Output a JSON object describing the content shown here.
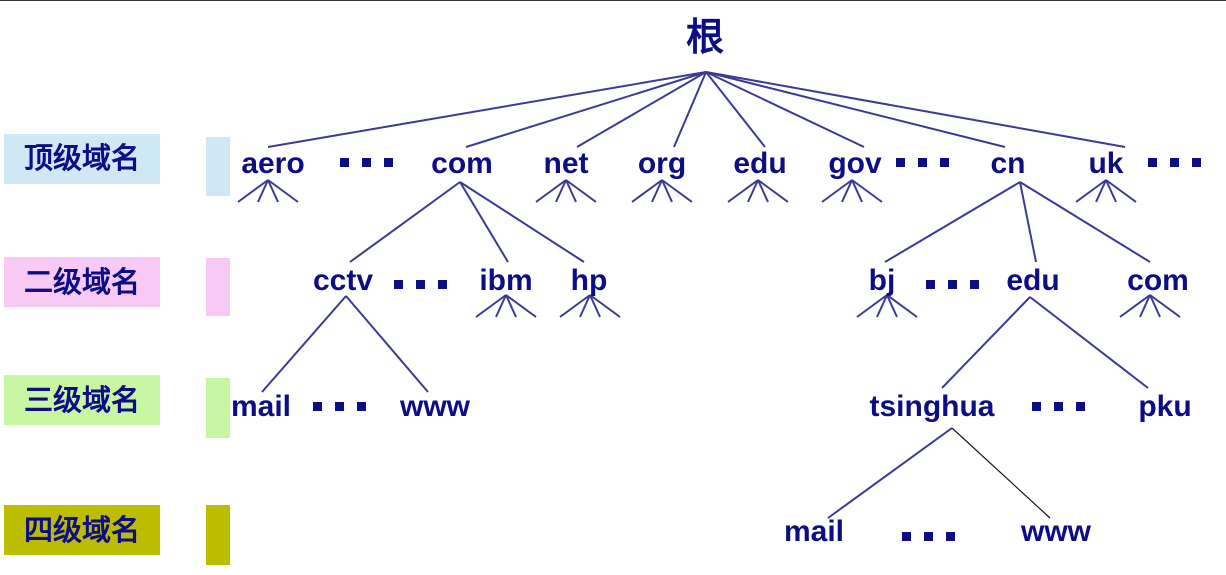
{
  "diagram": {
    "root": {
      "id": "root",
      "label": "根"
    },
    "levels": [
      {
        "id": "level-1",
        "label": "顶级域名",
        "color": "#cfe8f6"
      },
      {
        "id": "level-2",
        "label": "二级域名",
        "color": "#f8c9f4"
      },
      {
        "id": "level-3",
        "label": "三级域名",
        "color": "#c8f7a4"
      },
      {
        "id": "level-4",
        "label": "四级域名",
        "color": "#bcbc00"
      }
    ],
    "nodes": [
      {
        "id": "aero",
        "label": "aero",
        "parent": "root"
      },
      {
        "id": "com",
        "label": "com",
        "parent": "root"
      },
      {
        "id": "net",
        "label": "net",
        "parent": "root"
      },
      {
        "id": "org",
        "label": "org",
        "parent": "root"
      },
      {
        "id": "edu",
        "label": "edu",
        "parent": "root"
      },
      {
        "id": "gov",
        "label": "gov",
        "parent": "root"
      },
      {
        "id": "cn",
        "label": "cn",
        "parent": "root"
      },
      {
        "id": "uk",
        "label": "uk",
        "parent": "root"
      },
      {
        "id": "cctv",
        "label": "cctv",
        "parent": "com"
      },
      {
        "id": "ibm",
        "label": "ibm",
        "parent": "com"
      },
      {
        "id": "hp",
        "label": "hp",
        "parent": "com"
      },
      {
        "id": "bj",
        "label": "bj",
        "parent": "cn"
      },
      {
        "id": "cn-edu",
        "label": "edu",
        "parent": "cn"
      },
      {
        "id": "cn-com",
        "label": "com",
        "parent": "cn"
      },
      {
        "id": "cctv-mail",
        "label": "mail",
        "parent": "cctv"
      },
      {
        "id": "cctv-www",
        "label": "www",
        "parent": "cctv"
      },
      {
        "id": "tsinghua",
        "label": "tsinghua",
        "parent": "cn-edu"
      },
      {
        "id": "pku",
        "label": "pku",
        "parent": "cn-edu"
      },
      {
        "id": "tsinghua-mail",
        "label": "mail",
        "parent": "tsinghua"
      },
      {
        "id": "tsinghua-www",
        "label": "www",
        "parent": "tsinghua"
      }
    ]
  },
  "colors": {
    "text": "#0d0d85",
    "edge": "#3b3b96"
  }
}
